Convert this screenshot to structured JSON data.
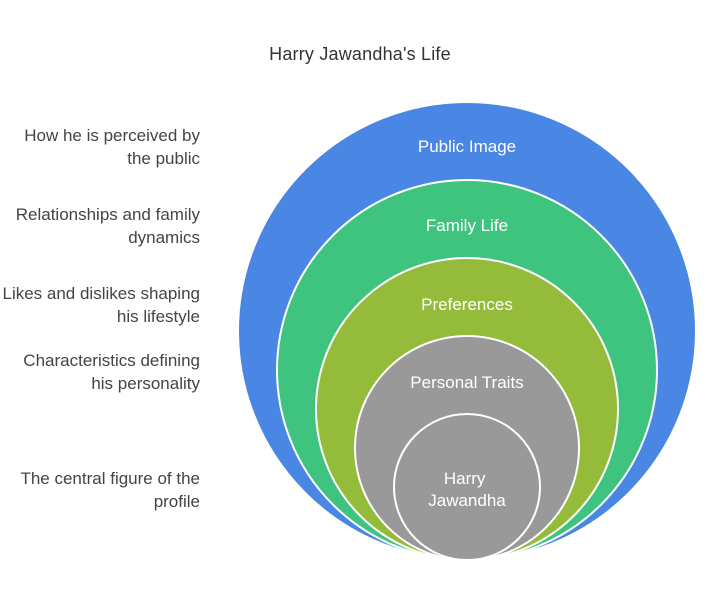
{
  "title": "Harry Jawandha's Life",
  "layers": [
    {
      "label": "Public Image",
      "description": "How he is perceived by the public",
      "color": "#4a86e4"
    },
    {
      "label": "Family Life",
      "description": "Relationships and family dynamics",
      "color": "#3ec47e"
    },
    {
      "label": "Preferences",
      "description": "Likes and dislikes shaping his lifestyle",
      "color": "#94bb3a"
    },
    {
      "label": "Personal Traits",
      "description": "Characteristics defining his personality",
      "color": "#999999"
    },
    {
      "label": "Harry Jawandha",
      "description": "The central figure of the profile",
      "color": "#999999"
    }
  ]
}
